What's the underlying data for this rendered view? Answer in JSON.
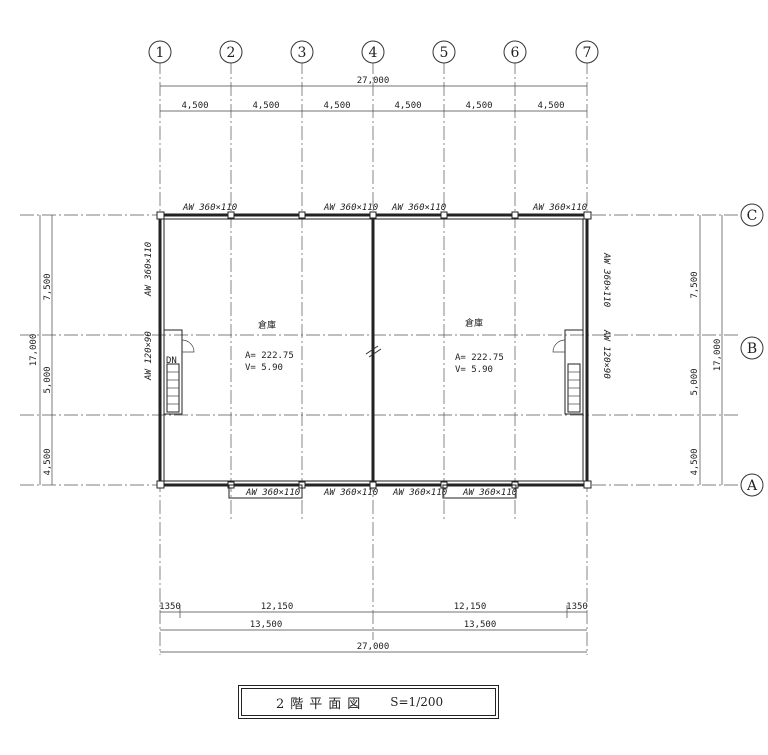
{
  "drawing": {
    "title": "2階平面図",
    "scale": "S=1/200"
  },
  "grid_axes": {
    "columns": [
      "1",
      "2",
      "3",
      "4",
      "5",
      "6",
      "7"
    ],
    "rows": [
      "C",
      "B",
      "A"
    ]
  },
  "dimensions": {
    "top_total": "27,000",
    "top_spans": [
      "4,500",
      "4,500",
      "4,500",
      "4,500",
      "4,500",
      "4,500"
    ],
    "bottom_small": [
      "1350",
      "1350"
    ],
    "bottom_inner": [
      "12,150",
      "12,150"
    ],
    "bottom_half": [
      "13,500",
      "13,500"
    ],
    "bottom_total": "27,000",
    "left_total": "17,000",
    "left_spans": [
      "7,500",
      "5,000",
      "4,500"
    ],
    "right_total": "17,000",
    "right_spans": [
      "7,500",
      "5,000",
      "4,500"
    ]
  },
  "windows": {
    "top": [
      "AW 360×110",
      "AW 360×110",
      "AW 360×110",
      "AW 360×110"
    ],
    "bottom": [
      "AW 360×110",
      "AW 360×110",
      "AW 360×110",
      "AW 360×110"
    ],
    "left": [
      "AW 360×110",
      "AW 120×90"
    ],
    "right": [
      "AW 360×110",
      "AW 120×90"
    ]
  },
  "rooms": [
    {
      "name": "倉庫",
      "area": "A= 222.75",
      "volume": "V=  5.90"
    },
    {
      "name": "倉庫",
      "area": "A= 222.75",
      "volume": "V=  5.90"
    }
  ],
  "stair_label": "DN"
}
